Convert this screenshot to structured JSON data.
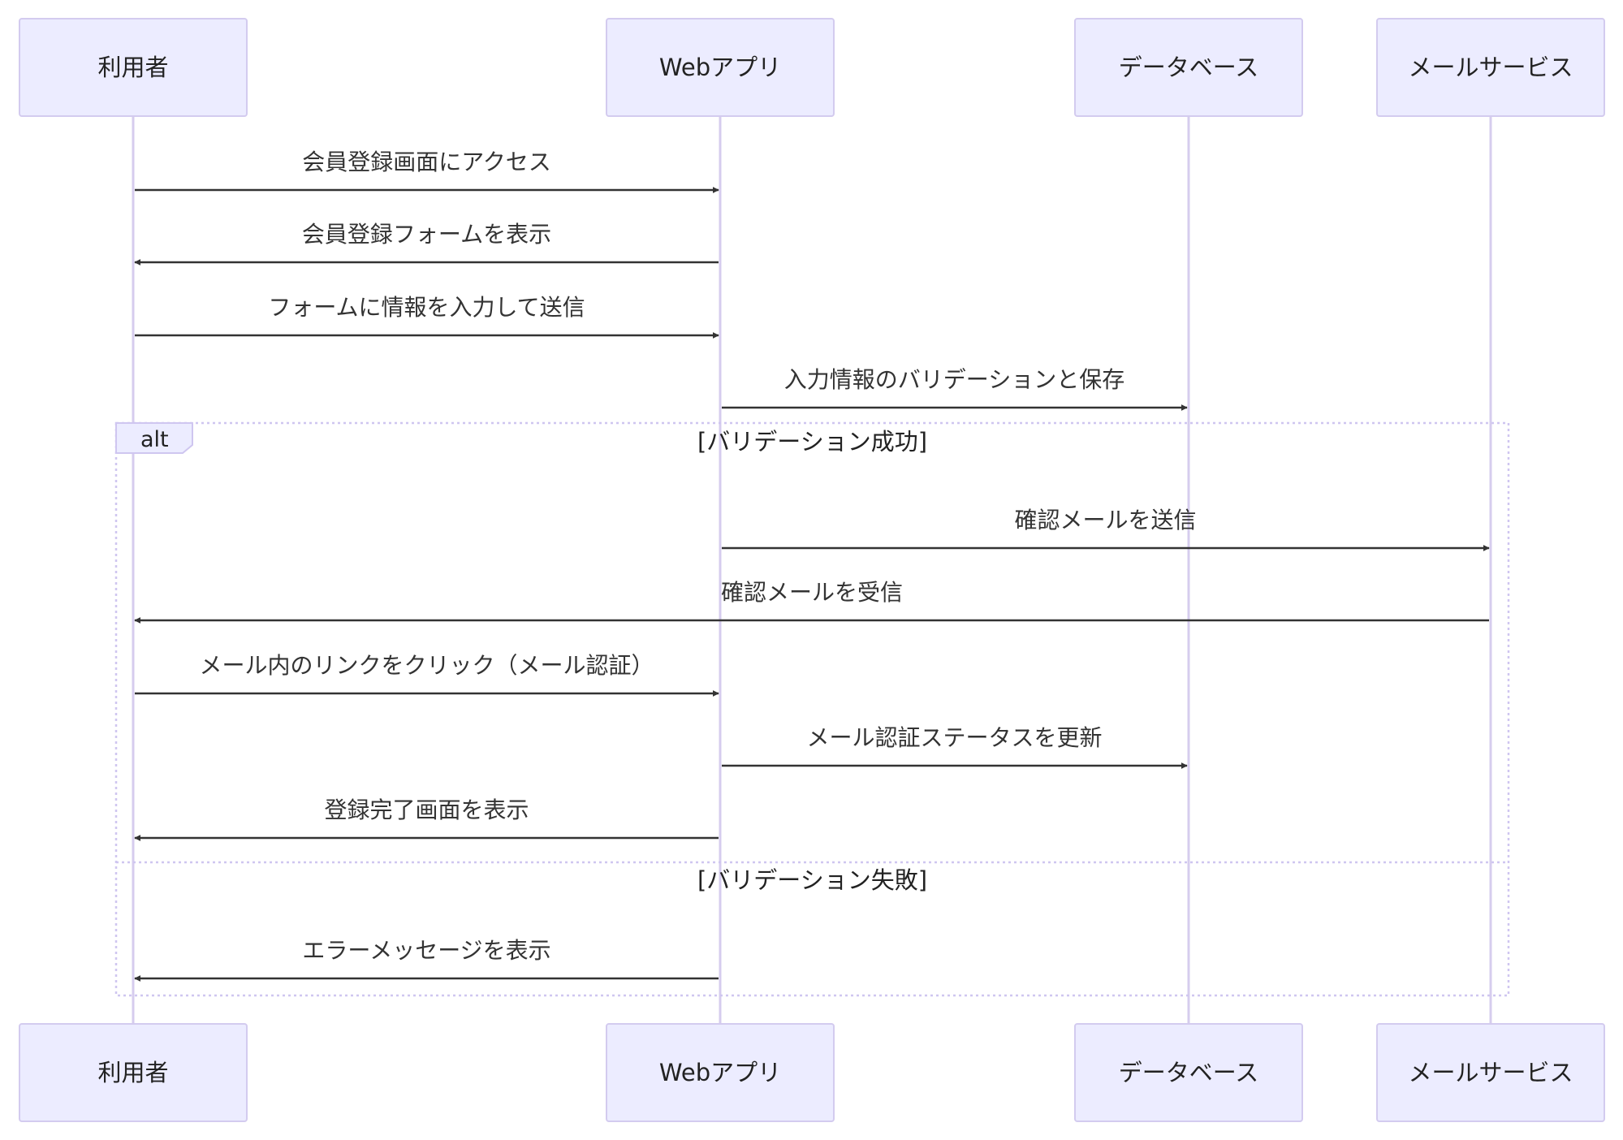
{
  "actors": [
    {
      "id": "user",
      "label": "利用者"
    },
    {
      "id": "web",
      "label": "Webアプリ"
    },
    {
      "id": "db",
      "label": "データベース"
    },
    {
      "id": "mail",
      "label": "メールサービス"
    }
  ],
  "messages_before": [
    {
      "from": "user",
      "to": "web",
      "text": "会員登録画面にアクセス"
    },
    {
      "from": "web",
      "to": "user",
      "text": "会員登録フォームを表示"
    },
    {
      "from": "user",
      "to": "web",
      "text": "フォームに情報を入力して送信"
    },
    {
      "from": "web",
      "to": "db",
      "text": "入力情報のバリデーションと保存"
    }
  ],
  "alt_frame": {
    "label": "alt",
    "branches": [
      {
        "condition": "[バリデーション成功]",
        "messages": [
          {
            "from": "web",
            "to": "mail",
            "text": "確認メールを送信"
          },
          {
            "from": "mail",
            "to": "user",
            "text": "確認メールを受信"
          },
          {
            "from": "user",
            "to": "web",
            "text": "メール内のリンクをクリック（メール認証）"
          },
          {
            "from": "web",
            "to": "db",
            "text": "メール認証ステータスを更新"
          },
          {
            "from": "web",
            "to": "user",
            "text": "登録完了画面を表示"
          }
        ]
      },
      {
        "condition": "[バリデーション失敗]",
        "messages": [
          {
            "from": "web",
            "to": "user",
            "text": "エラーメッセージを表示"
          }
        ]
      }
    ]
  }
}
